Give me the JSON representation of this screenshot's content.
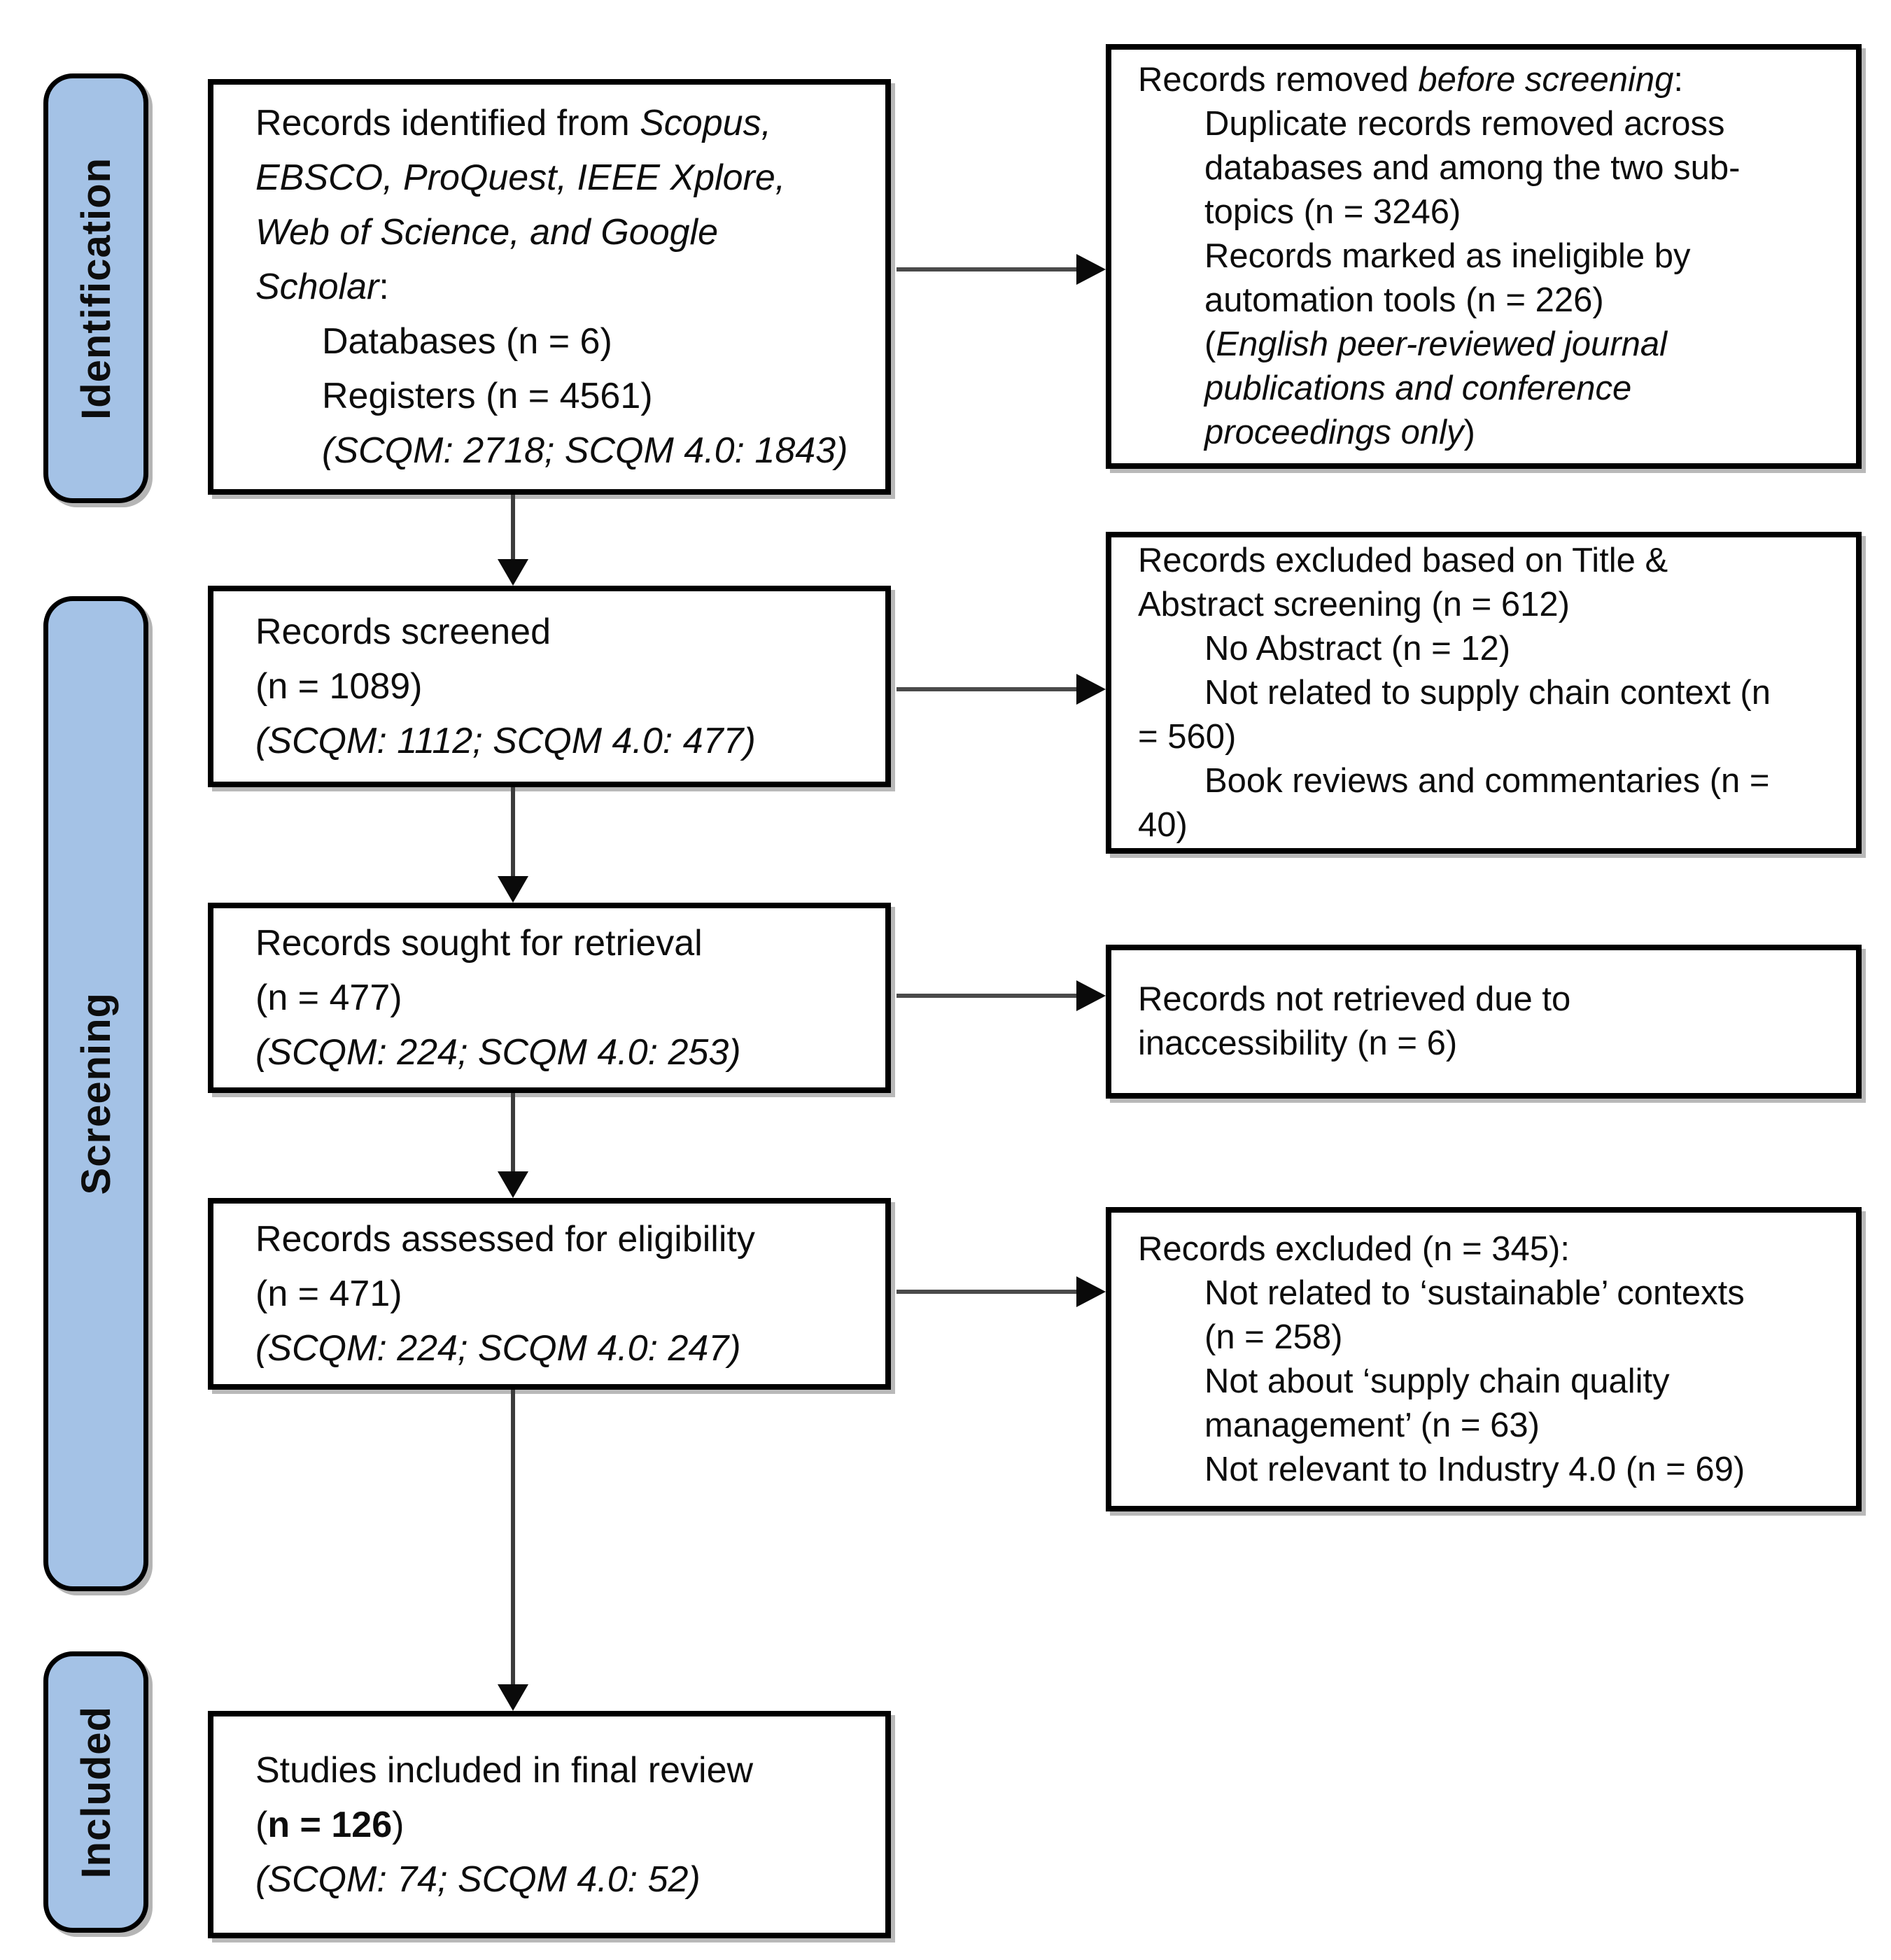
{
  "palette": {
    "bar_fill": "#A4C2E6",
    "box_border": "#000000",
    "connector_line": "#4a4a4a",
    "arrowhead": "#0a0a0a"
  },
  "stage_labels": {
    "identification": "Identification",
    "screening": "Screening",
    "included": "Included"
  },
  "flow": {
    "identified": {
      "line1_regular": "Records identified from ",
      "line1_italic": "Scopus,",
      "line2_italic": "EBSCO, ProQuest, IEEE Xplore,",
      "line3_italic": "Web of Science, and Google",
      "line4_italic": "Scholar",
      "line4_regular": ":",
      "item1": "Databases (n = 6)",
      "item2": "Registers (n = 4561)",
      "item3_italic": "(SCQM: 2718; SCQM 4.0: 1843)"
    },
    "screened": {
      "line1": "Records screened",
      "line2": "(n = 1089)",
      "line3_italic": "(SCQM: 1112; SCQM 4.0: 477)"
    },
    "retrieval": {
      "line1": "Records sought for retrieval",
      "line2": "(n = 477)",
      "line3_italic": "(SCQM: 224; SCQM 4.0: 253)"
    },
    "eligibility": {
      "line1": "Records assessed for eligibility",
      "line2": "(n = 471)",
      "line3_italic": "(SCQM: 224; SCQM 4.0: 247)"
    },
    "included_final": {
      "line1": "Studies included in final review",
      "line2_open": "(",
      "line2_bold": "n = 126",
      "line2_close": ")",
      "line3_italic": "(SCQM: 74; SCQM 4.0: 52)"
    },
    "removed_before_screening": {
      "line1_regular": "Records removed ",
      "line1_italic": "before screening",
      "line1_colon": ":",
      "item1_l1": "Duplicate records removed across",
      "item1_l2": "databases and among the two sub-",
      "item1_l3": "topics (n = 3246)",
      "item2_l1": "Records marked as ineligible by",
      "item2_l2": "automation tools (n = 226)",
      "note_open": "(",
      "note_l1_italic": "English peer-reviewed journal",
      "note_l2_italic": "publications and conference",
      "note_l3_italic": "proceedings only",
      "note_close": ")"
    },
    "excluded_title_abstract": {
      "l1": "Records excluded based on Title &",
      "l2": "Abstract screening (n = 612)",
      "item1": "No Abstract (n = 12)",
      "item2_l1": "Not related to supply chain context (n",
      "item2_l2": "= 560)",
      "item3_l1": "Book reviews and commentaries (n =",
      "item3_l2": "40)"
    },
    "not_retrieved": {
      "l1": "Records not retrieved due to",
      "l2": "inaccessibility (n = 6)"
    },
    "excluded_eligibility": {
      "l1": "Records excluded (n = 345):",
      "item1_l1": "Not related to ‘sustainable’ contexts",
      "item1_l2": "(n = 258)",
      "item2_l1": "Not about ‘supply chain quality",
      "item2_l2": "management’ (n = 63)",
      "item3": "Not relevant to Industry 4.0 (n = 69)"
    }
  }
}
